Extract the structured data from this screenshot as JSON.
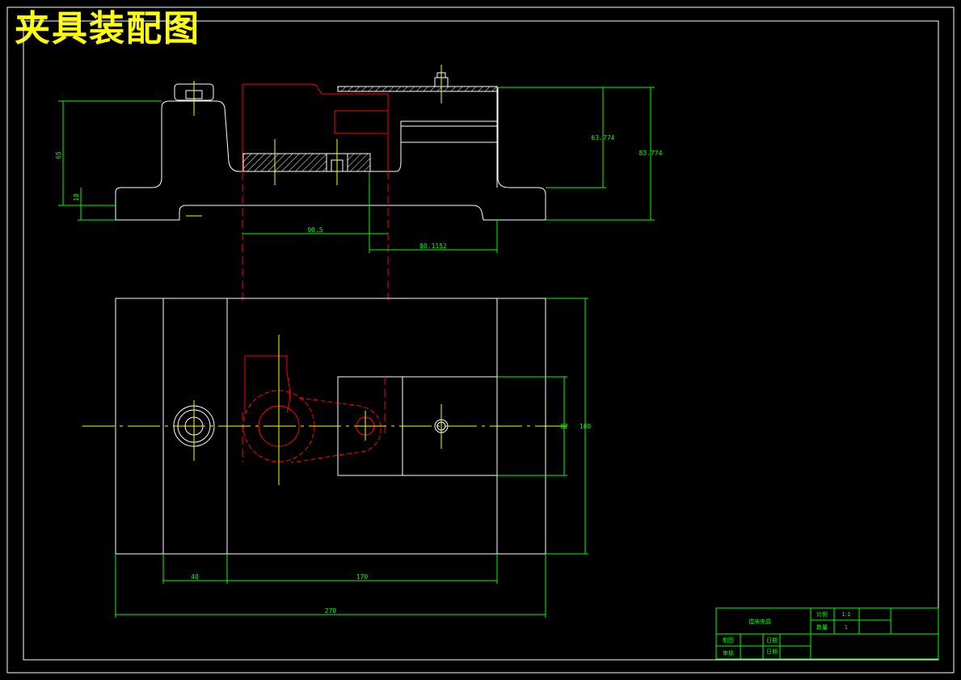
{
  "title": "夹具装配图",
  "colors": {
    "background": "#000000",
    "outline": "#ffffff",
    "dimension": "#00ff00",
    "center_line": "#ffff00",
    "workpiece": "#ff0000",
    "title_text": "#ffff00"
  },
  "dimensions": {
    "d65": "65",
    "d10": "10",
    "d63_774": "63.774",
    "d83_774": "83.774",
    "d90_5": "90.5",
    "d80_1152": "80.1152",
    "d62": "62",
    "d160": "160",
    "d40": "40",
    "d170": "170",
    "d270": "270"
  },
  "title_block": {
    "drawing_name": "镗床夹具",
    "scale_label": "比例",
    "scale_value": "1:1",
    "qty_label": "数量",
    "qty_value": "1",
    "drawn_label": "制图",
    "checked_label": "审核",
    "date_label_1": "日期",
    "date_label_2": "日期"
  }
}
